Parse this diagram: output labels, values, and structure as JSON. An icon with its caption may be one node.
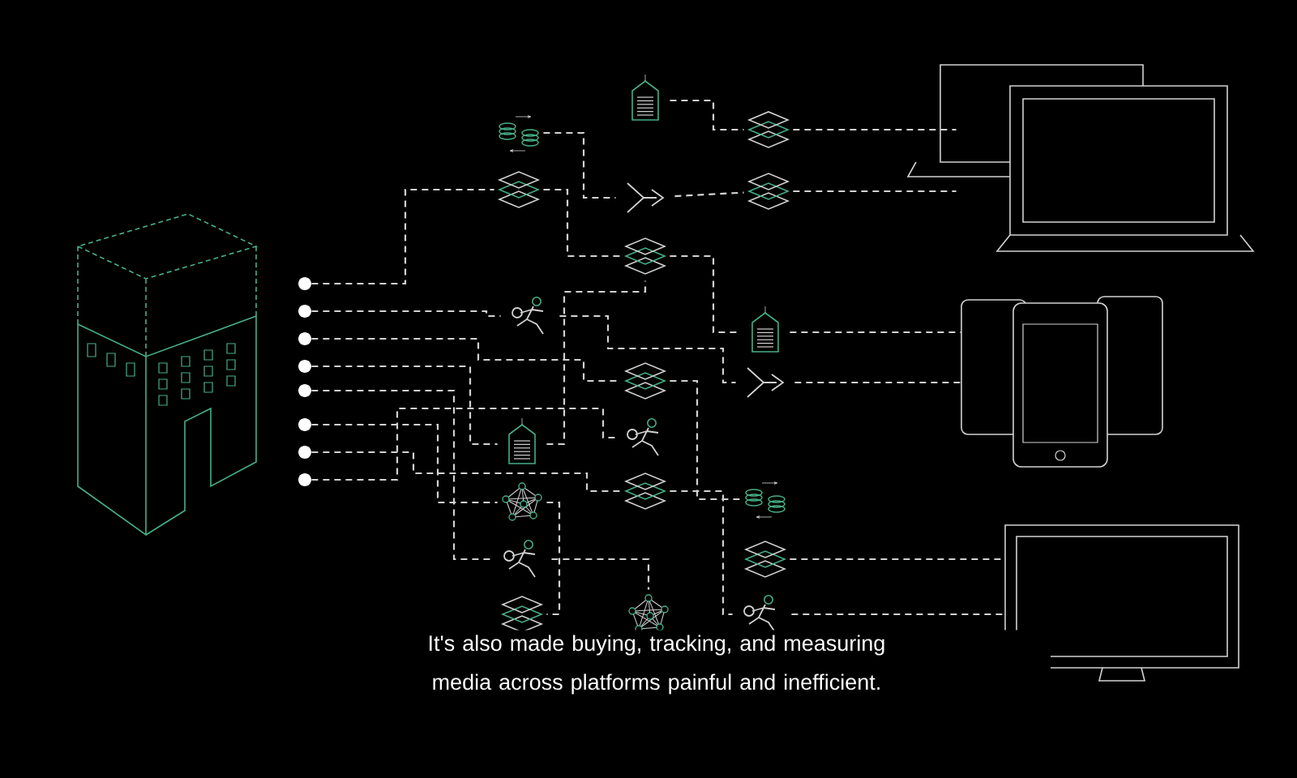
{
  "diagram": {
    "caption": "It's also made buying, tracking, and measuring media across platforms painful and inefficient.",
    "nodes": [
      {
        "text": [],
        "shape": "picture"
      },
      {
        "text": [],
        "shape": "circle"
      },
      {
        "text": [],
        "shape": "circle"
      },
      {
        "text": [],
        "shape": "circle"
      },
      {
        "text": [],
        "shape": "circle"
      },
      {
        "text": [],
        "shape": "circle"
      },
      {
        "text": [],
        "shape": "circle"
      },
      {
        "text": [],
        "shape": "circle"
      },
      {
        "text": [],
        "shape": "circle"
      },
      {
        "text": [],
        "shape": "picture"
      },
      {
        "text": [],
        "shape": "picture"
      },
      {
        "text": [],
        "shape": "picture"
      },
      {
        "text": [],
        "shape": "picture"
      },
      {
        "text": [],
        "shape": "picture"
      },
      {
        "text": [],
        "shape": "picture"
      },
      {
        "text": [],
        "shape": "picture"
      },
      {
        "text": [],
        "shape": "picture"
      },
      {
        "text": [],
        "shape": "picture"
      },
      {
        "text": [],
        "shape": "picture"
      },
      {
        "text": [],
        "shape": "picture"
      },
      {
        "text": [],
        "shape": "picture"
      },
      {
        "text": [],
        "shape": "picture"
      },
      {
        "text": [],
        "shape": "picture"
      },
      {
        "text": [],
        "shape": "picture"
      },
      {
        "text": [],
        "shape": "picture"
      },
      {
        "text": [],
        "shape": "picture"
      },
      {
        "text": [],
        "shape": "picture"
      },
      {
        "text": [],
        "shape": "picture"
      },
      {
        "text": [],
        "shape": "picture"
      },
      {
        "text": [],
        "shape": "picture"
      },
      {
        "text": [],
        "shape": "picture"
      },
      {
        "text": [],
        "shape": "picture"
      },
      {
        "text": [],
        "shape": "picture"
      }
    ],
    "edges": [
      {
        "from": 1,
        "to": 10,
        "arrow": "none",
        "style": "dashed"
      },
      {
        "from": 2,
        "to": 16,
        "arrow": "none",
        "style": "dashed"
      },
      {
        "from": 3,
        "to": 19,
        "arrow": "none",
        "style": "dashed"
      },
      {
        "from": 4,
        "to": 21,
        "arrow": "none",
        "style": "dashed"
      },
      {
        "from": 5,
        "to": 26,
        "arrow": "none",
        "style": "dashed"
      },
      {
        "from": 6,
        "to": 22,
        "arrow": "none",
        "style": "dashed"
      },
      {
        "from": 7,
        "to": 23,
        "arrow": "none",
        "style": "dashed"
      },
      {
        "from": 8,
        "to": 20,
        "arrow": "none",
        "style": "dashed"
      },
      {
        "from": 9,
        "to": 12,
        "arrow": "none",
        "style": "dashed"
      },
      {
        "from": 10,
        "to": 13,
        "arrow": "none",
        "style": "dashed"
      },
      {
        "from": 11,
        "to": 14,
        "arrow": "none",
        "style": "dashed"
      },
      {
        "from": 12,
        "to": 15,
        "arrow": "none",
        "style": "dashed"
      },
      {
        "from": 13,
        "to": 17,
        "arrow": "none",
        "style": "dashed"
      },
      {
        "from": 16,
        "to": 18,
        "arrow": "none",
        "style": "dashed"
      },
      {
        "from": 19,
        "to": 24,
        "arrow": "none",
        "style": "dashed"
      },
      {
        "from": 21,
        "to": 13,
        "arrow": "none",
        "style": "dashed"
      },
      {
        "from": 14,
        "to": 27,
        "arrow": "none",
        "style": "dashed"
      },
      {
        "from": 15,
        "to": 27,
        "arrow": "none",
        "style": "dashed"
      },
      {
        "from": 17,
        "to": 28,
        "arrow": "none",
        "style": "dashed"
      },
      {
        "from": 18,
        "to": 28,
        "arrow": "none",
        "style": "dashed"
      },
      {
        "from": 25,
        "to": 29,
        "arrow": "none",
        "style": "dashed"
      },
      {
        "from": 32,
        "to": 29,
        "arrow": "none",
        "style": "dashed"
      },
      {
        "from": 22,
        "to": 30,
        "arrow": "none",
        "style": "dashed"
      },
      {
        "from": 26,
        "to": 31,
        "arrow": "none",
        "style": "dashed"
      },
      {
        "from": 23,
        "to": 32,
        "arrow": "none",
        "style": "dashed"
      }
    ]
  }
}
